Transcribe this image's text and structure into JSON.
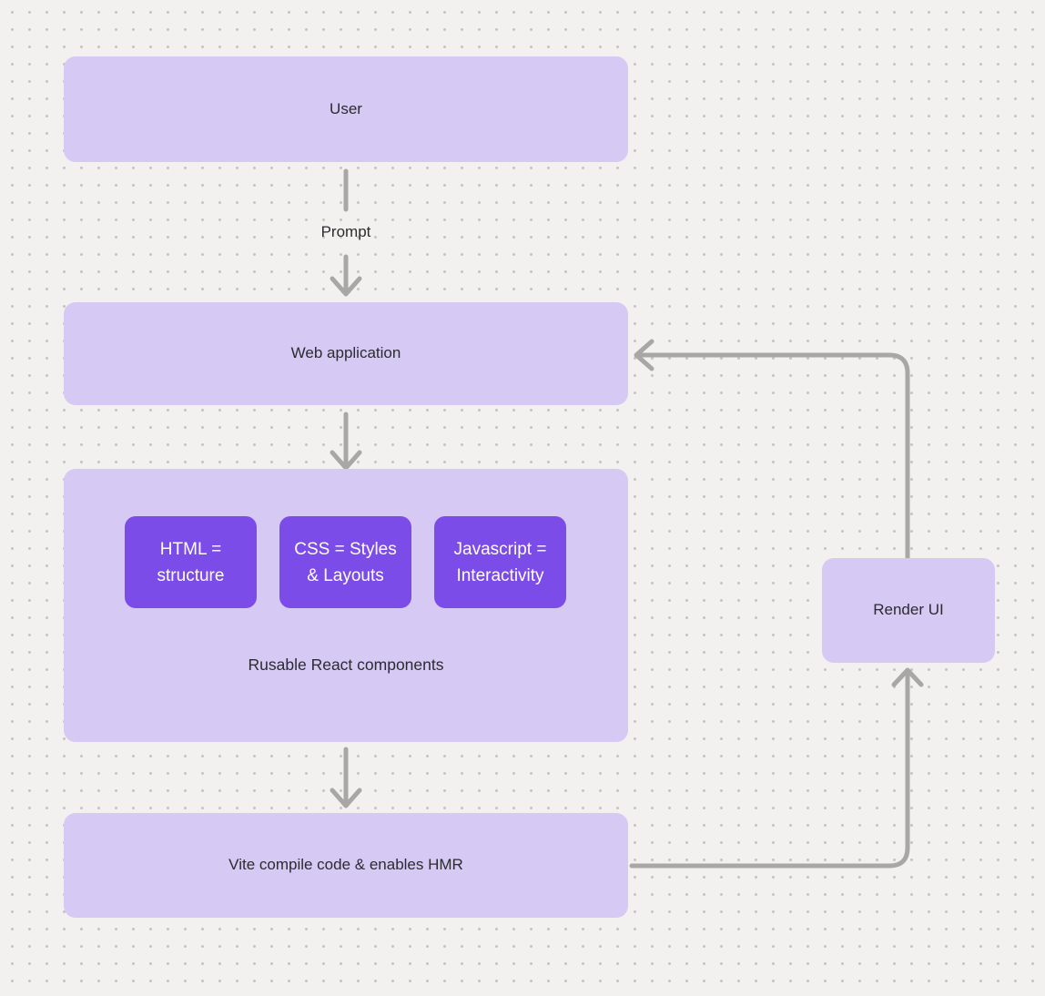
{
  "canvas": {
    "background_color": "#f2f1ef",
    "dot_grid_color": "#c7c5c3",
    "node_fill_color": "#d6c9f4",
    "card_fill_color": "#7c4ce8",
    "connector_color": "#a9a7a6",
    "text_color": "#2c2b31",
    "card_text_color": "#ffffff"
  },
  "nodes": {
    "user": {
      "label": "User"
    },
    "web_application": {
      "label": "Web application"
    },
    "components_group": {
      "cards": [
        {
          "line1": "HTML =",
          "line2": "structure"
        },
        {
          "line1": "CSS = Styles",
          "line2": "& Layouts"
        },
        {
          "line1": "Javascript =",
          "line2": "Interactivity"
        }
      ],
      "caption": "Rusable React components"
    },
    "vite": {
      "label": "Vite compile code & enables HMR"
    },
    "render_ui": {
      "label": "Render UI"
    }
  },
  "edges": {
    "user_to_webapp_label": "Prompt"
  }
}
